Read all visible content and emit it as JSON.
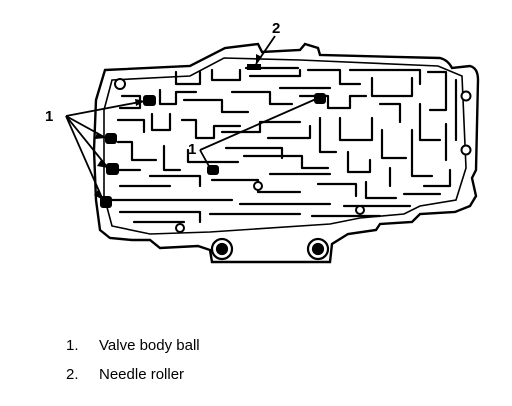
{
  "callouts": {
    "ball_number": "1",
    "roller_number": "2"
  },
  "legend": [
    {
      "number": "1.",
      "label": "Valve body ball"
    },
    {
      "number": "2.",
      "label": "Needle roller"
    }
  ]
}
